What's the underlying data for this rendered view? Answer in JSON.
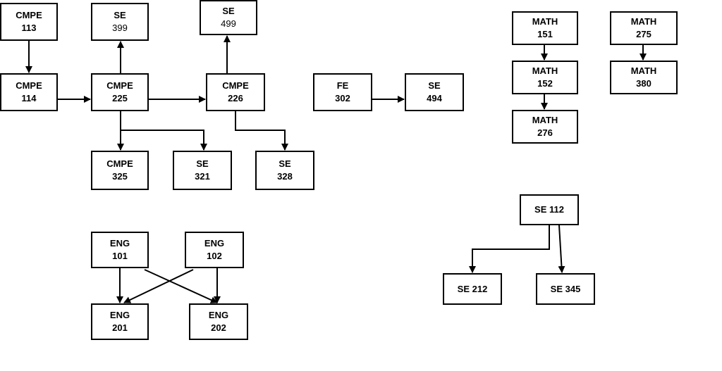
{
  "courses": {
    "cmpe113": {
      "code": "CMPE",
      "num": "113"
    },
    "cmpe114": {
      "code": "CMPE",
      "num": "114"
    },
    "cmpe225": {
      "code": "CMPE",
      "num": "225"
    },
    "cmpe226": {
      "code": "CMPE",
      "num": "226"
    },
    "cmpe325": {
      "code": "CMPE",
      "num": "325"
    },
    "se399": {
      "code": "SE",
      "num": "399"
    },
    "se499": {
      "code": "SE",
      "num": "499"
    },
    "se321": {
      "code": "SE",
      "num": "321"
    },
    "se328": {
      "code": "SE",
      "num": "328"
    },
    "fe302": {
      "code": "FE",
      "num": "302"
    },
    "se494": {
      "code": "SE",
      "num": "494"
    },
    "math151": {
      "code": "MATH",
      "num": "151"
    },
    "math152": {
      "code": "MATH",
      "num": "152"
    },
    "math276": {
      "code": "MATH",
      "num": "276"
    },
    "math275": {
      "code": "MATH",
      "num": "275"
    },
    "math380": {
      "code": "MATH",
      "num": "380"
    },
    "eng101": {
      "code": "ENG",
      "num": "101"
    },
    "eng102": {
      "code": "ENG",
      "num": "102"
    },
    "eng201": {
      "code": "ENG",
      "num": "201"
    },
    "eng202": {
      "code": "ENG",
      "num": "202"
    },
    "se112": {
      "label": "SE 112"
    },
    "se212": {
      "label": "SE 212"
    },
    "se345": {
      "label": "SE 345"
    }
  },
  "edges": [
    {
      "from": "cmpe113",
      "to": "cmpe114"
    },
    {
      "from": "cmpe114",
      "to": "cmpe225"
    },
    {
      "from": "cmpe225",
      "to": "se399"
    },
    {
      "from": "cmpe225",
      "to": "cmpe226"
    },
    {
      "from": "cmpe225",
      "to": "cmpe325"
    },
    {
      "from": "cmpe225",
      "to": "se321"
    },
    {
      "from": "cmpe226",
      "to": "se499"
    },
    {
      "from": "cmpe226",
      "to": "se328"
    },
    {
      "from": "fe302",
      "to": "se494"
    },
    {
      "from": "math151",
      "to": "math152"
    },
    {
      "from": "math152",
      "to": "math276"
    },
    {
      "from": "math275",
      "to": "math380"
    },
    {
      "from": "eng101",
      "to": "eng201"
    },
    {
      "from": "eng101",
      "to": "eng202"
    },
    {
      "from": "eng102",
      "to": "eng201"
    },
    {
      "from": "eng102",
      "to": "eng202"
    },
    {
      "from": "se112",
      "to": "se212"
    },
    {
      "from": "se112",
      "to": "se345"
    }
  ]
}
